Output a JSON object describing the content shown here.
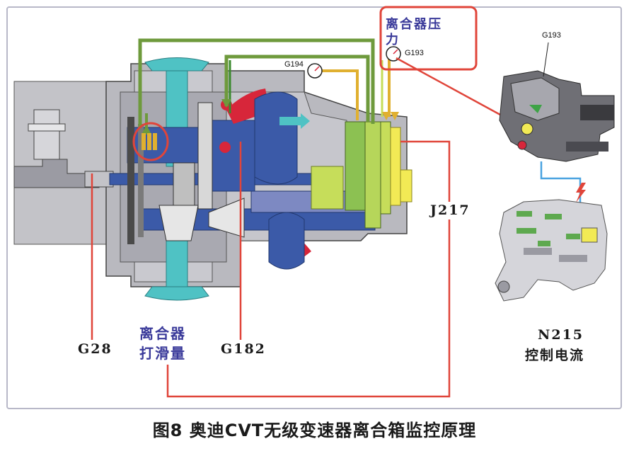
{
  "labels": {
    "clutch_pressure": "离合器压力",
    "clutch_pressure_line1": "离合器压",
    "clutch_pressure_line2": "力",
    "g193_small": "G193",
    "g193_photo": "G193",
    "g194": "G194",
    "j217": "J217",
    "g28": "G28",
    "clutch_slip_line1": "离合器",
    "clutch_slip_line2": "打滑量",
    "g182": "G182",
    "n215": "N215",
    "n215_desc": "控制电流"
  },
  "caption": "图8 奥迪CVT无级变速器离合箱监控原理",
  "colors": {
    "border": "#b8b8c8",
    "housing": "#b9b9bf",
    "housing_dark": "#8e8e96",
    "shaft_blue": "#3b5aa8",
    "cyan": "#4fc2c4",
    "green_line": "#6e9a3c",
    "yellow_line": "#e0b030",
    "red_line": "#e0453a",
    "clutch_red": "#d7263a",
    "yellow_green": "#c6dd5a",
    "green_block": "#8cc152",
    "yellow_block": "#f2ea55"
  }
}
